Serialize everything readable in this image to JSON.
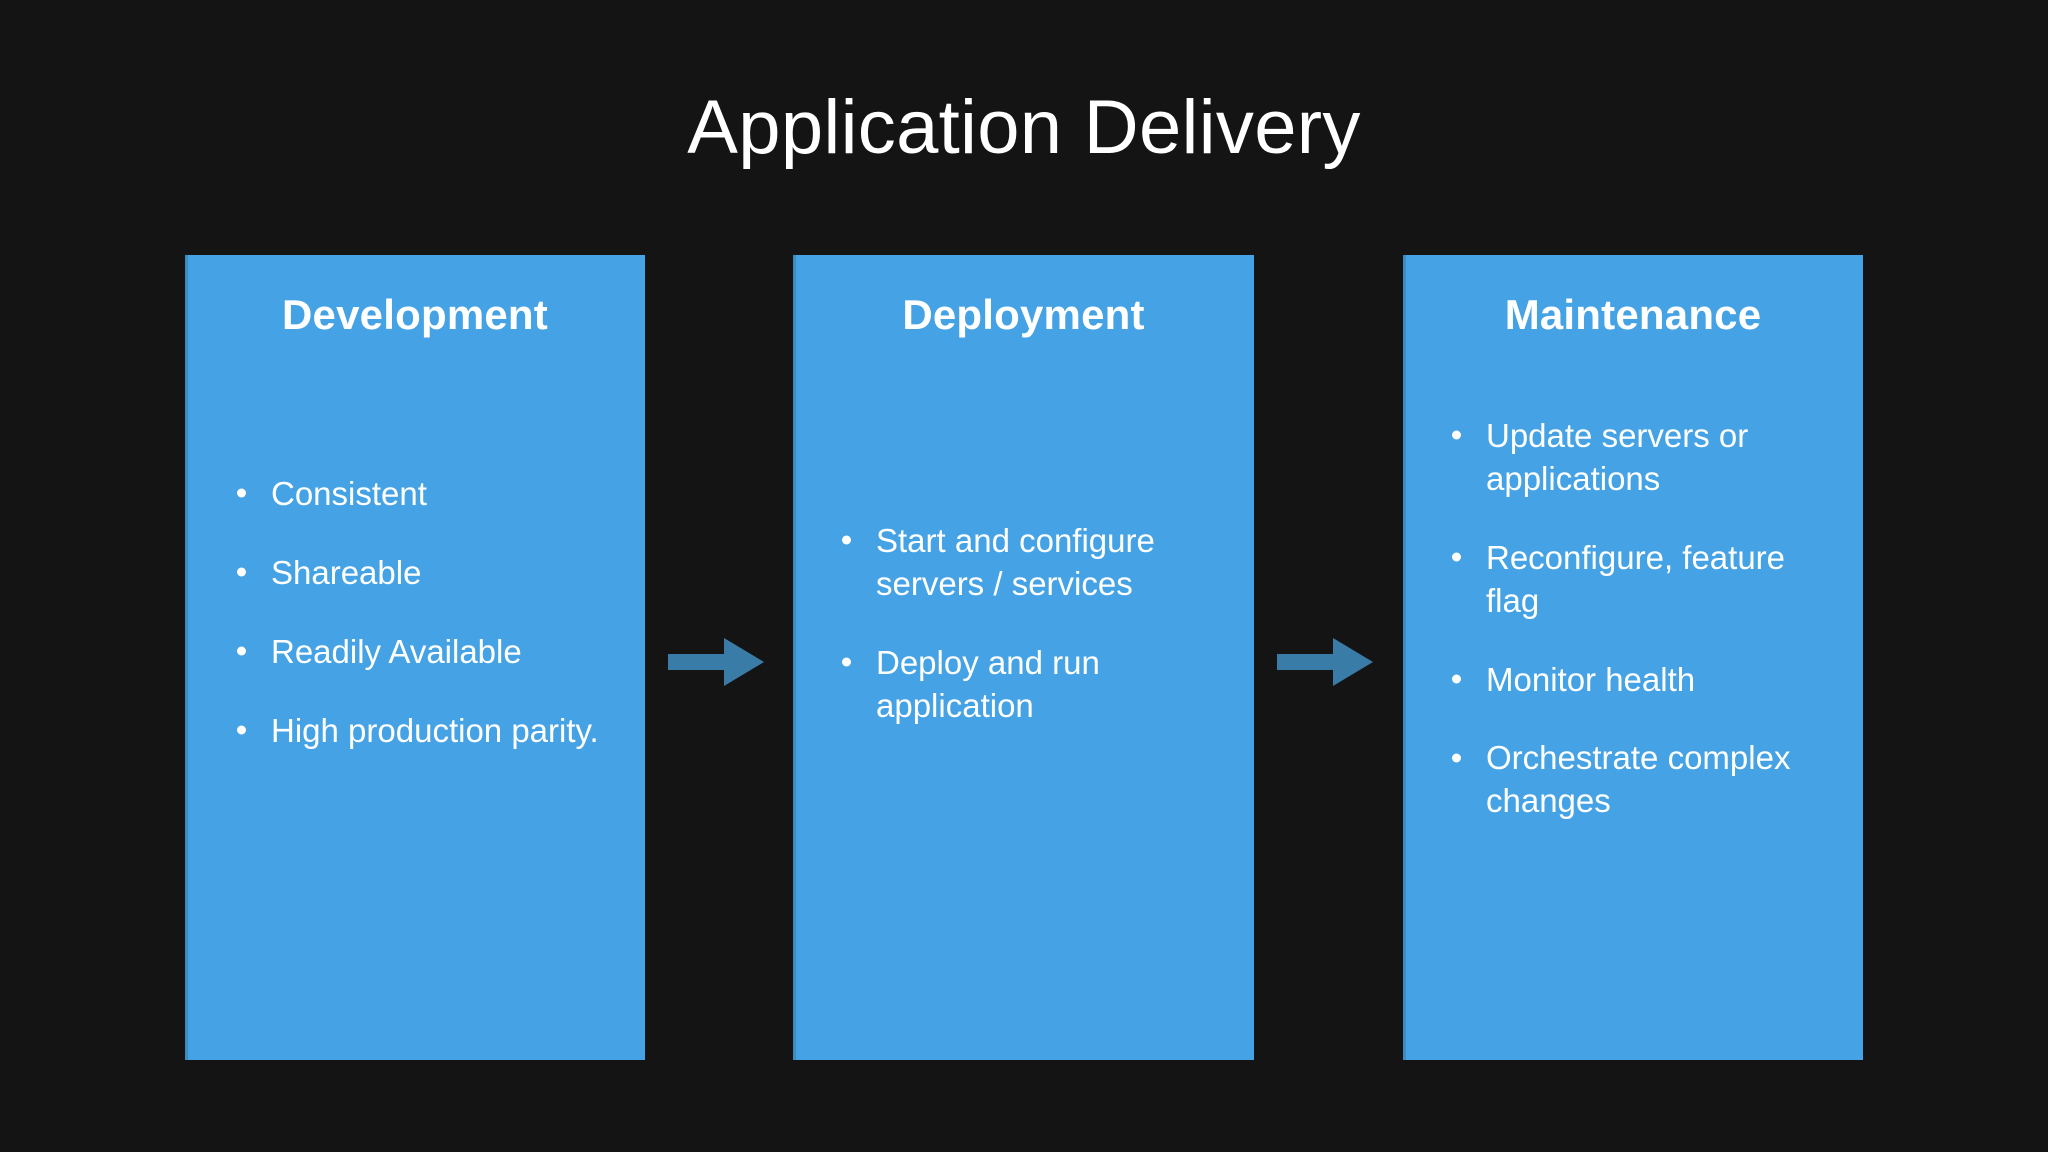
{
  "slide": {
    "title": "Application Delivery",
    "background_color": "#141414",
    "box_color": "#45A3E5",
    "arrow_color": "#3A7CA8",
    "text_color": "#FFFFFF"
  },
  "stages": [
    {
      "heading": "Development",
      "bullets": [
        "Consistent",
        "Shareable",
        "Readily Available",
        "High production parity."
      ]
    },
    {
      "heading": "Deployment",
      "bullets": [
        "Start and configure servers / services",
        "Deploy and run application"
      ]
    },
    {
      "heading": "Maintenance",
      "bullets": [
        "Update servers or applications",
        "Reconfigure, feature flag",
        "Monitor health",
        "Orchestrate complex changes"
      ]
    }
  ],
  "arrows": [
    {
      "name": "arrow-development-to-deployment",
      "direction": "right"
    },
    {
      "name": "arrow-deployment-to-maintenance",
      "direction": "right"
    }
  ]
}
